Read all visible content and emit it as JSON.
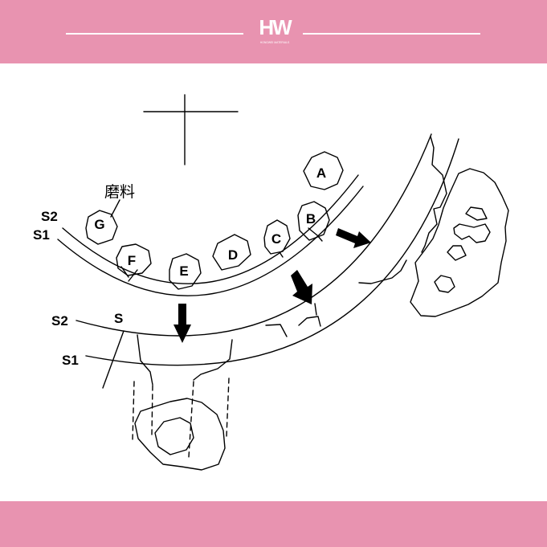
{
  "header": {
    "logo_text": "HW",
    "logo_subtext": "HONGWEI MATERIALS",
    "brand_color": "#e893b0"
  },
  "diagram": {
    "crosshair": true,
    "abrasive_label": "磨料",
    "surface_labels": {
      "s2_top": "S2",
      "s1_top": "S1",
      "s2_bottom": "S2",
      "s1_bottom": "S1",
      "s": "S"
    },
    "particles": [
      "A",
      "B",
      "C",
      "D",
      "E",
      "F",
      "G"
    ],
    "arrow_color": "#000000",
    "line_color": "#000000"
  }
}
